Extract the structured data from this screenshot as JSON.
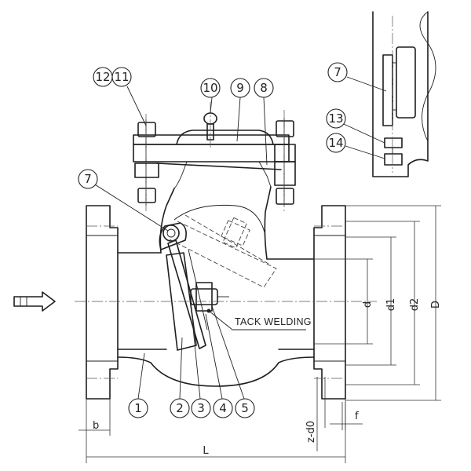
{
  "balloons": {
    "b1": "1",
    "b2": "2",
    "b3": "3",
    "b4": "4",
    "b5": "5",
    "b7a": "7",
    "b7b": "7",
    "b8": "8",
    "b9": "9",
    "b10": "10",
    "b11": "11",
    "b12": "12",
    "b13": "13",
    "b14": "14"
  },
  "annotations": {
    "tack_welding": "TACK WELDING"
  },
  "dimensions": {
    "d": "d",
    "d1": "d1",
    "d2": "d2",
    "D": "D",
    "L": "L",
    "b": "b",
    "f": "f",
    "z_d0": "z-d0"
  },
  "icons": {
    "flow_arrow": "flow-direction-arrow-icon"
  }
}
